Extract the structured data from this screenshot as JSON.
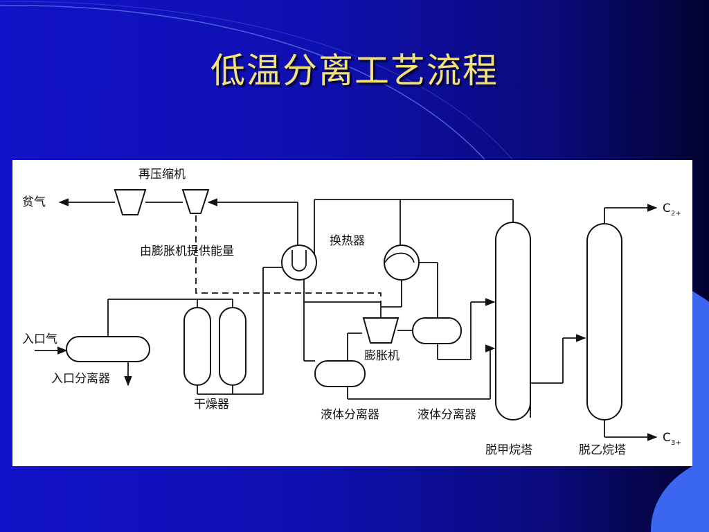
{
  "slide": {
    "title": "低温分离工艺流程",
    "colors": {
      "background": "#1212c8",
      "title": "#f3e278",
      "accent": "#3a66f0",
      "panel": "#ffffff"
    }
  },
  "diagram": {
    "labels": {
      "recompressor": "再压缩机",
      "lean_gas": "贫气",
      "expander_power": "由膨胀机提供能量",
      "heat_exchanger": "换热器",
      "inlet_gas": "入口气",
      "inlet_separator": "入口分离器",
      "dryer": "干燥器",
      "expander": "膨胀机",
      "liquid_separator_1": "液体分离器",
      "liquid_separator_2": "液体分离器",
      "demethanizer": "脱甲烷塔",
      "deethanizer": "脱乙烷塔",
      "c2_letter": "C",
      "c2_sub": "2+",
      "c3_letter": "C",
      "c3_sub": "3+"
    }
  }
}
